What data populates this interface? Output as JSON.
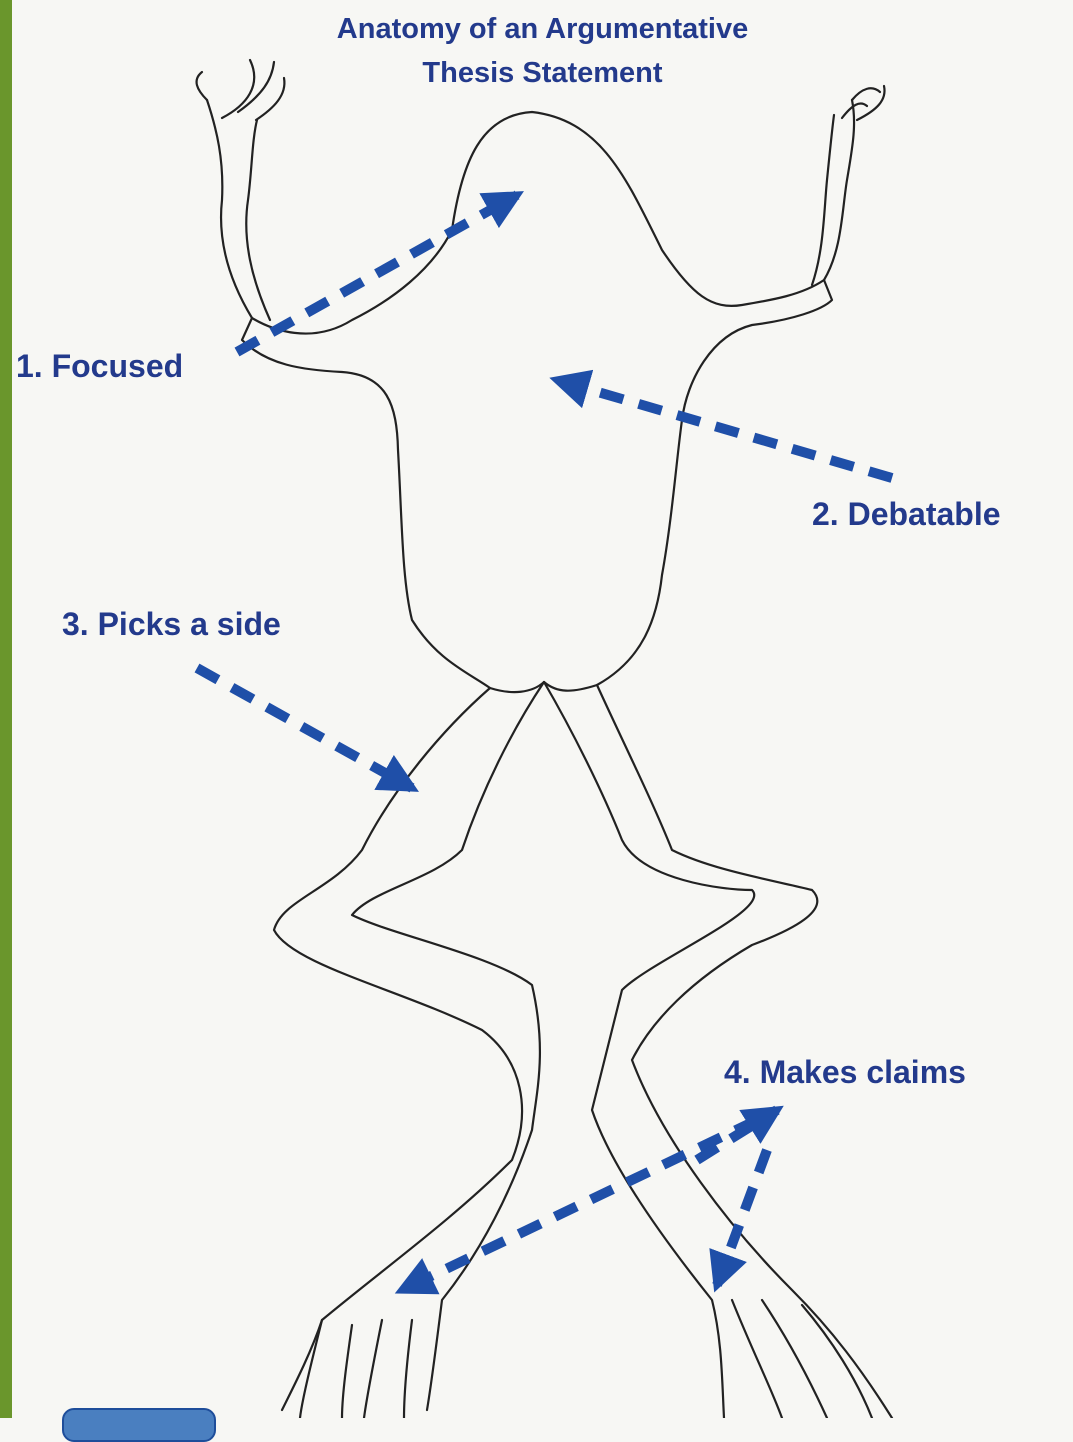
{
  "title": {
    "line1": "Anatomy of an Argumentative",
    "line2": "Thesis Statement"
  },
  "labels": {
    "focused": "1. Focused",
    "debatable": "2. Debatable",
    "picks_side": "3. Picks a side",
    "makes_claims": "4. Makes claims"
  },
  "colors": {
    "arrow": "#1f4fa8",
    "text": "#233a8c",
    "accent_bar": "#6a962c",
    "outline": "#222222"
  },
  "figure": "frog-outline"
}
